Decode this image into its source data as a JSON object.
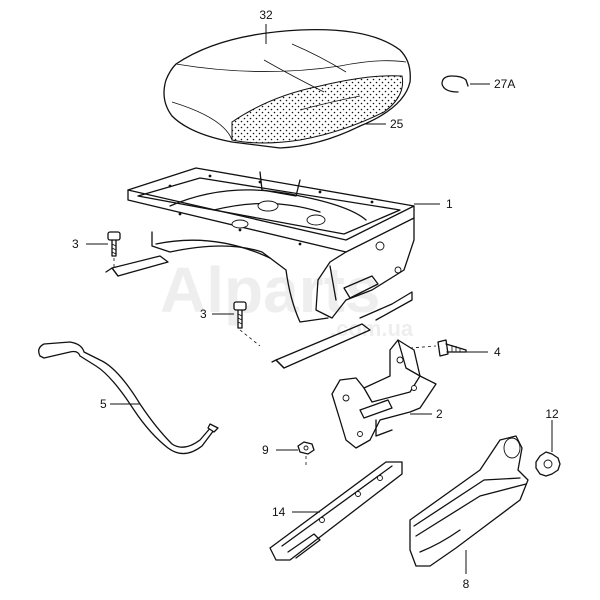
{
  "diagram": {
    "colors": {
      "line": "#111111",
      "paper": "#ffffff",
      "watermark": "#eeeeee"
    },
    "watermark": {
      "brand": "Alparts",
      "domain": ".com.ua"
    },
    "callouts": [
      {
        "id": "p32",
        "label": "32"
      },
      {
        "id": "p27a",
        "label": "27A"
      },
      {
        "id": "p25",
        "label": "25"
      },
      {
        "id": "p1",
        "label": "1"
      },
      {
        "id": "p3a",
        "label": "3"
      },
      {
        "id": "p3b",
        "label": "3"
      },
      {
        "id": "p4",
        "label": "4"
      },
      {
        "id": "p5",
        "label": "5"
      },
      {
        "id": "p2",
        "label": "2"
      },
      {
        "id": "p12",
        "label": "12"
      },
      {
        "id": "p9",
        "label": "9"
      },
      {
        "id": "p14",
        "label": "14"
      },
      {
        "id": "p8",
        "label": "8"
      }
    ]
  }
}
